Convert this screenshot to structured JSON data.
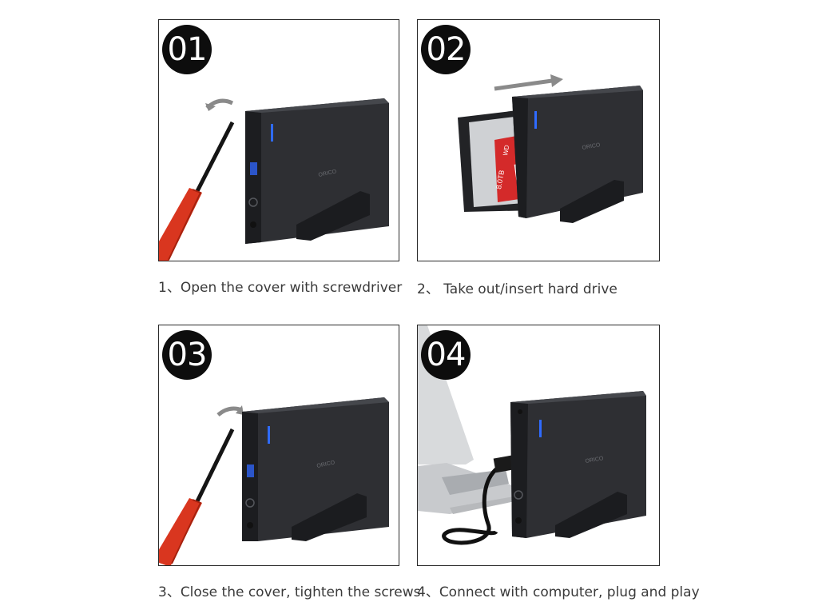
{
  "steps": [
    {
      "number": "01",
      "caption": "1、Open the cover with screwdriver"
    },
    {
      "number": "02",
      "caption": "2、 Take out/insert hard drive"
    },
    {
      "number": "03",
      "caption": "3、Close the cover, tighten the screws"
    },
    {
      "number": "04",
      "caption": "4、Connect with computer, plug and play"
    }
  ],
  "product": {
    "brand_logo": "ORICO",
    "drive_brand": "WD",
    "drive_capacity": "8.0TB"
  },
  "colors": {
    "enclosure": "#2e2f33",
    "screwdriver_handle": "#d9361f",
    "led": "#2f6bff",
    "badge": "#0d0d0d",
    "drive_label": "#d42a2a"
  }
}
